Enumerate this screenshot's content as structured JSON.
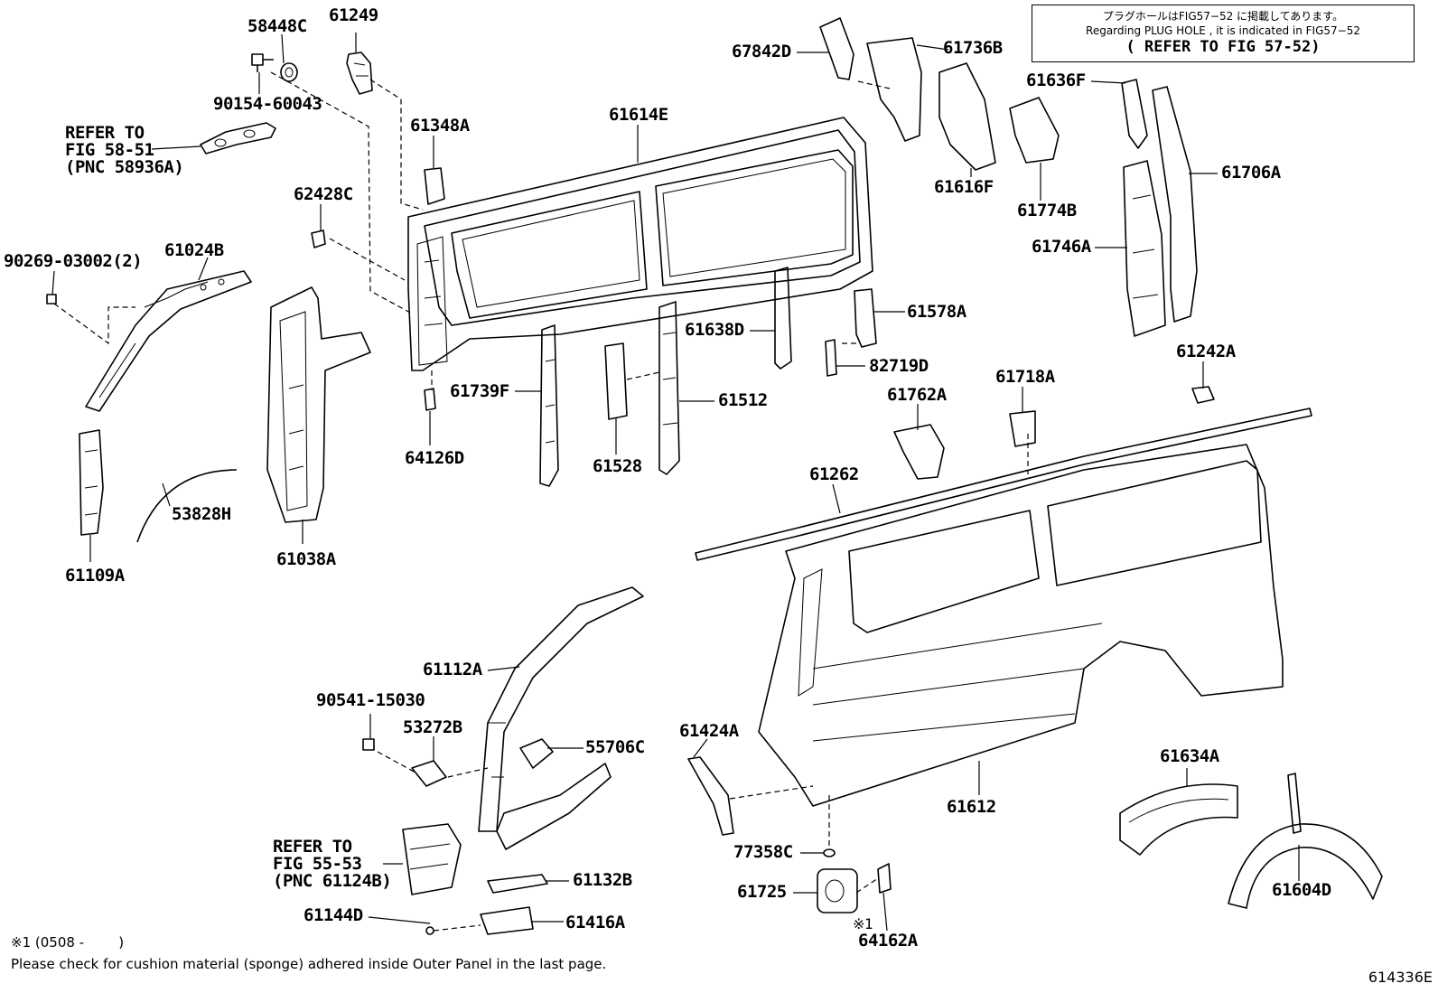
{
  "notice": {
    "line1": "プラグホールはFIG57−52 に掲載してあります。",
    "line2": "Regarding PLUG HOLE , it is indicated in FIG57−52",
    "line3": "( REFER TO FIG 57-52)"
  },
  "parts": {
    "p58448C": "58448C",
    "p61249": "61249",
    "p90154": "90154-60043",
    "p61348A": "61348A",
    "p61614E": "61614E",
    "p62428C": "62428C",
    "p90269": "90269-03002(2)",
    "p61024B": "61024B",
    "p61038A": "61038A",
    "p61109A": "61109A",
    "p53828H": "53828H",
    "p64126D": "64126D",
    "p61739F": "61739F",
    "p61528": "61528",
    "p61512": "61512",
    "p61638D": "61638D",
    "p61578A": "61578A",
    "p82719D": "82719D",
    "p67842D": "67842D",
    "p61736B": "61736B",
    "p61616F": "61616F",
    "p61774B": "61774B",
    "p61636F": "61636F",
    "p61706A": "61706A",
    "p61746A": "61746A",
    "p61242A": "61242A",
    "p61718A": "61718A",
    "p61762A": "61762A",
    "p61262": "61262",
    "p61112A": "61112A",
    "p90541": "90541-15030",
    "p53272B": "53272B",
    "p55706C": "55706C",
    "p61132B": "61132B",
    "p61144D": "61144D",
    "p61416A": "61416A",
    "p61424A": "61424A",
    "p61612": "61612",
    "p77358C": "77358C",
    "p61725": "61725",
    "p64162A": "64162A",
    "p61634A": "61634A",
    "p61604D": "61604D"
  },
  "refs": {
    "ref1": [
      "REFER TO",
      "FIG 58-51",
      "(PNC 58936A)"
    ],
    "ref2": [
      "REFER TO",
      "FIG 55-53",
      "(PNC 61124B)"
    ]
  },
  "marker": "※1",
  "footnote": {
    "date_note": "※1 (0508 -        )",
    "cushion_note": "Please check for cushion material (sponge) adhered inside Outer Panel in the last page."
  },
  "figure_id": "614336E"
}
